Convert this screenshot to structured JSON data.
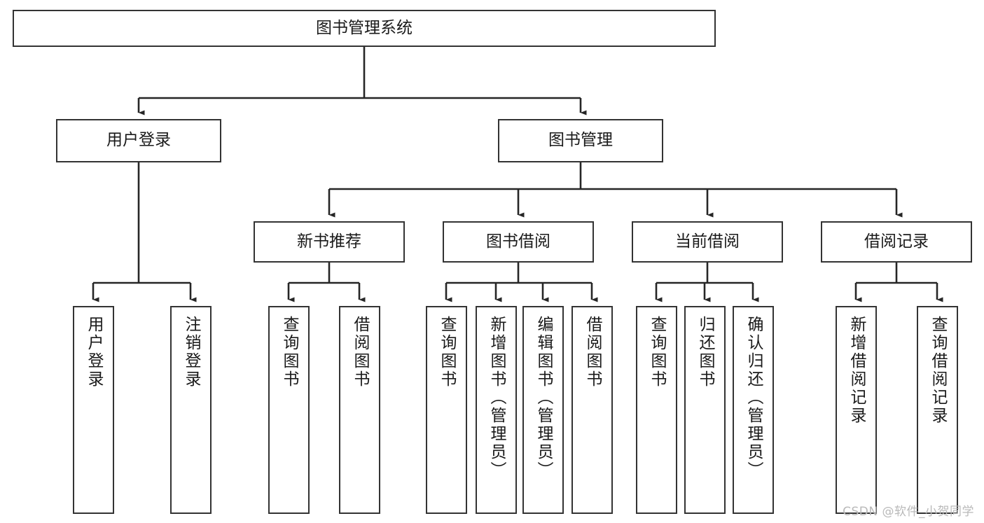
{
  "diagram": {
    "title": "图书管理系统",
    "type": "tree-hierarchy",
    "watermark": "CSDN @软件_小贺同学",
    "colors": {
      "box_border": "#333333",
      "box_fill": "#ffffff",
      "connector": "#262626",
      "text": "#1a1a1a",
      "watermark": "#b9b9b9"
    },
    "nodes": {
      "root": {
        "label": "图书管理系统"
      },
      "level2": [
        {
          "id": "user-login",
          "label": "用户登录"
        },
        {
          "id": "book-management",
          "label": "图书管理"
        }
      ],
      "level3": [
        {
          "id": "new-book-recommend",
          "label": "新书推荐"
        },
        {
          "id": "book-borrow",
          "label": "图书借阅"
        },
        {
          "id": "current-borrow",
          "label": "当前借阅"
        },
        {
          "id": "borrow-record",
          "label": "借阅记录"
        }
      ],
      "leaves": {
        "user_login": [
          {
            "id": "leaf-user-login",
            "label": "用户登录"
          },
          {
            "id": "leaf-logout-login",
            "label": "注销登录"
          }
        ],
        "new_book_recommend": [
          {
            "id": "leaf-query-book-1",
            "label": "查询图书"
          },
          {
            "id": "leaf-borrow-book-1",
            "label": "借阅图书"
          }
        ],
        "book_borrow": [
          {
            "id": "leaf-query-book-2",
            "label": "查询图书"
          },
          {
            "id": "leaf-add-book",
            "label": "新增图书（管理员）"
          },
          {
            "id": "leaf-edit-book",
            "label": "编辑图书（管理员）"
          },
          {
            "id": "leaf-borrow-book-2",
            "label": "借阅图书"
          }
        ],
        "current_borrow": [
          {
            "id": "leaf-query-book-3",
            "label": "查询图书"
          },
          {
            "id": "leaf-return-book",
            "label": "归还图书"
          },
          {
            "id": "leaf-confirm-return",
            "label": "确认归还（管理员）"
          }
        ],
        "borrow_record": [
          {
            "id": "leaf-add-record",
            "label": "新增借阅记录"
          },
          {
            "id": "leaf-query-record",
            "label": "查询借阅记录"
          }
        ]
      }
    }
  }
}
